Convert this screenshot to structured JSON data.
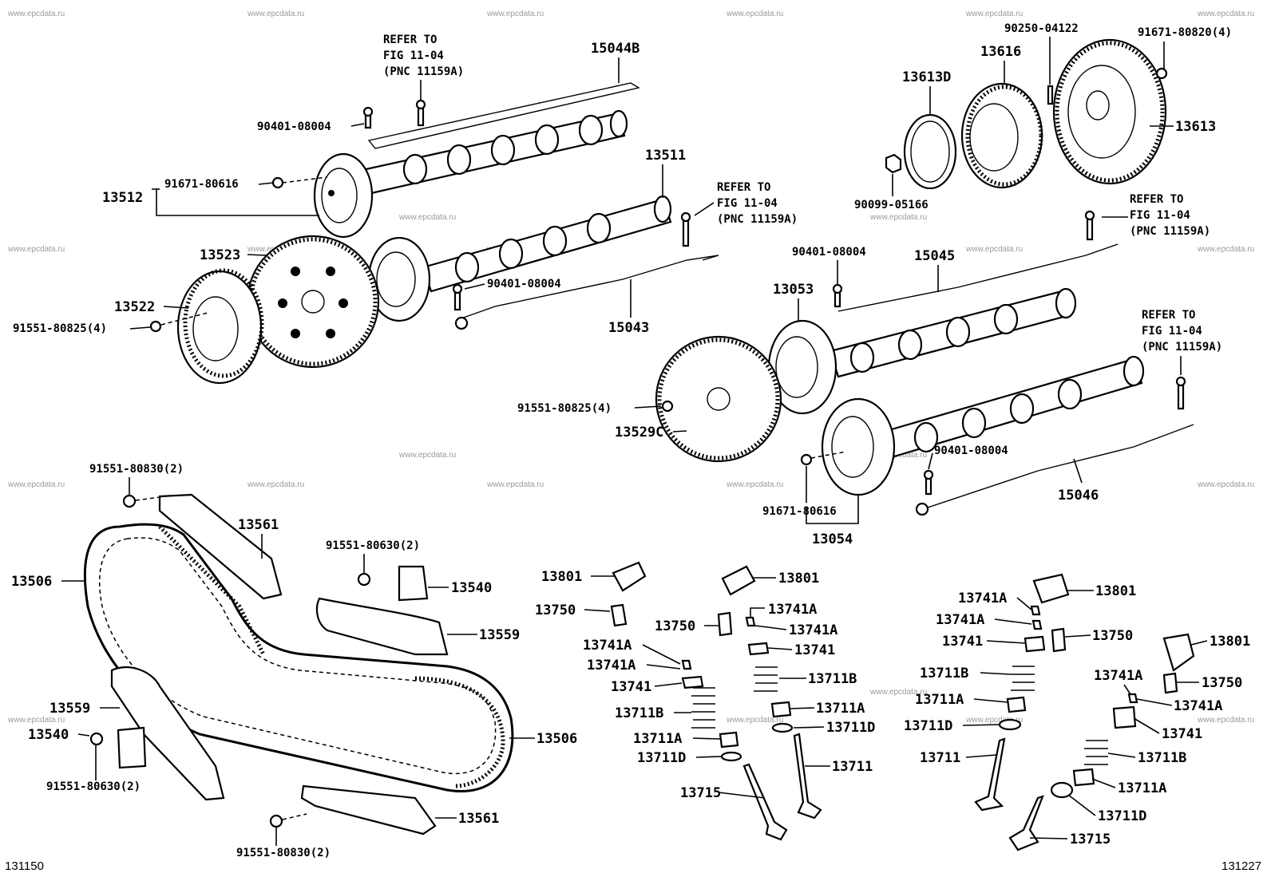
{
  "watermark": "www.epcdata.ru",
  "corner_labels": {
    "left": "131150",
    "right": "131227"
  },
  "refer_notes": [
    {
      "line1": "REFER TO",
      "line2": "FIG 11-04",
      "line3": "(PNC 11159A)"
    },
    {
      "line1": "REFER TO",
      "line2": "FIG 11-04",
      "line3": "(PNC 11159A)"
    },
    {
      "line1": "REFER TO",
      "line2": "FIG 11-04",
      "line3": "(PNC 11159A)"
    },
    {
      "line1": "REFER TO",
      "line2": "FIG 11-04",
      "line3": "(PNC 11159A)"
    }
  ],
  "labels": {
    "p15044B": "15044B",
    "p90401_a": "90401-08004",
    "p91671_a": "91671-80616",
    "p13512": "13512",
    "p13511": "13511",
    "p13523": "13523",
    "p13522": "13522",
    "p91551_80825_a": "91551-80825(4)",
    "p90401_b": "90401-08004",
    "p15043": "15043",
    "p90250": "90250-04122",
    "p91671_80820": "91671-80820(4)",
    "p13616": "13616",
    "p13613D": "13613D",
    "p13613": "13613",
    "p90099": "90099-05166",
    "p90401_c": "90401-08004",
    "p15045": "15045",
    "p13053": "13053",
    "p91551_80825_b": "91551-80825(4)",
    "p13529C": "13529C",
    "p90401_d": "90401-08004",
    "p15046": "15046",
    "p91671_b": "91671-80616",
    "p13054": "13054",
    "p91551_80830_a": "91551-80830(2)",
    "p13561_a": "13561",
    "p13506_a": "13506",
    "p91551_80630_a": "91551-80630(2)",
    "p13540_a": "13540",
    "p13559_a": "13559",
    "p13559_b": "13559",
    "p13540_b": "13540",
    "p91551_80630_b": "91551-80630(2)",
    "p13506_b": "13506",
    "p13561_b": "13561",
    "p91551_80830_b": "91551-80830(2)",
    "p13801_a": "13801",
    "p13750_a": "13750",
    "p13741A_a": "13741A",
    "p13741A_b": "13741A",
    "p13741_a": "13741",
    "p13711B_a": "13711B",
    "p13711A_a": "13711A",
    "p13711D_a": "13711D",
    "p13715_a": "13715",
    "p13801_b": "13801",
    "p13741A_c": "13741A",
    "p13750_b": "13750",
    "p13741A_d": "13741A",
    "p13741_b": "13741",
    "p13711B_b": "13711B",
    "p13711A_b": "13711A",
    "p13711D_b": "13711D",
    "p13711_a": "13711",
    "p13741A_e": "13741A",
    "p13801_c": "13801",
    "p13741A_f": "13741A",
    "p13750_c": "13750",
    "p13741_c": "13741",
    "p13711B_c": "13711B",
    "p13711A_c": "13711A",
    "p13711D_c": "13711D",
    "p13711_b": "13711",
    "p13801_d": "13801",
    "p13741A_g": "13741A",
    "p13750_d": "13750",
    "p13741A_h": "13741A",
    "p13741_d": "13741",
    "p13711B_d": "13711B",
    "p13711A_d": "13711A",
    "p13711D_d": "13711D",
    "p13715_b": "13715"
  }
}
